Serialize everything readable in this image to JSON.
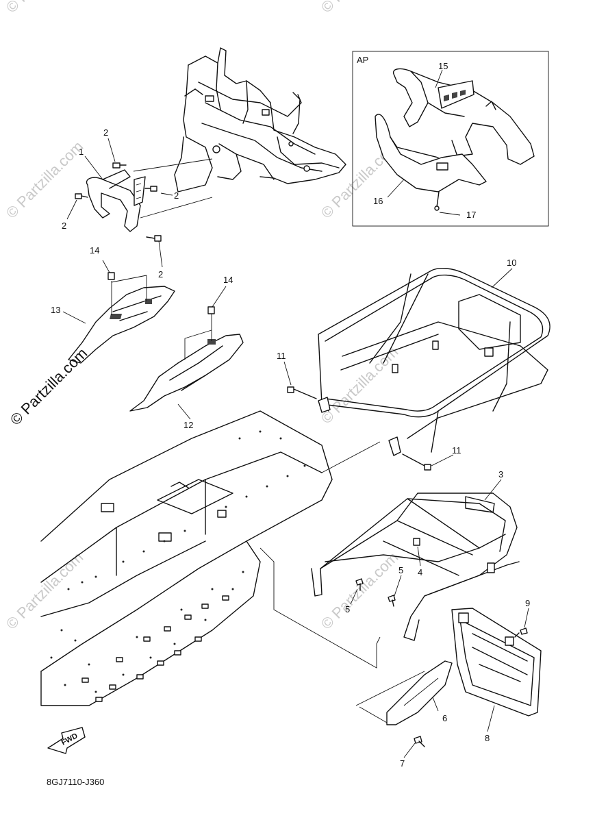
{
  "diagram": {
    "part_code": "8GJ7110-J360",
    "inset_label": "AP",
    "fwd_label": "FWD",
    "watermark_text": "© Partzilla.com",
    "callouts": [
      {
        "id": "c1",
        "label": "1"
      },
      {
        "id": "c2a",
        "label": "2"
      },
      {
        "id": "c2b",
        "label": "2"
      },
      {
        "id": "c2c",
        "label": "2"
      },
      {
        "id": "c2d",
        "label": "2"
      },
      {
        "id": "c3",
        "label": "3"
      },
      {
        "id": "c4",
        "label": "4"
      },
      {
        "id": "c5a",
        "label": "5"
      },
      {
        "id": "c5b",
        "label": "5"
      },
      {
        "id": "c6",
        "label": "6"
      },
      {
        "id": "c7",
        "label": "7"
      },
      {
        "id": "c8",
        "label": "8"
      },
      {
        "id": "c9",
        "label": "9"
      },
      {
        "id": "c10",
        "label": "10"
      },
      {
        "id": "c11a",
        "label": "11"
      },
      {
        "id": "c11b",
        "label": "11"
      },
      {
        "id": "c12",
        "label": "12"
      },
      {
        "id": "c13",
        "label": "13"
      },
      {
        "id": "c14a",
        "label": "14"
      },
      {
        "id": "c14b",
        "label": "14"
      },
      {
        "id": "c15",
        "label": "15"
      },
      {
        "id": "c16",
        "label": "16"
      },
      {
        "id": "c17",
        "label": "17"
      }
    ]
  }
}
